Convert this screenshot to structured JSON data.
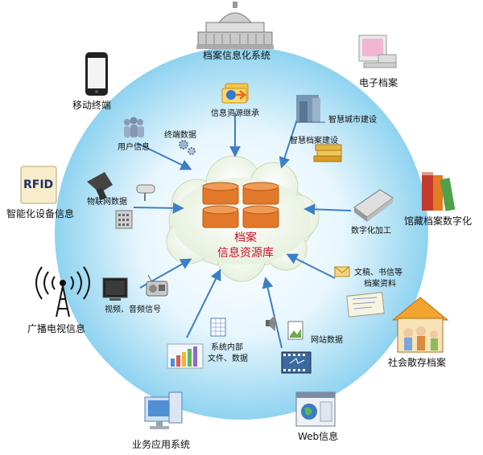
{
  "center": {
    "line1": "档案",
    "line2": "信息资源库"
  },
  "outer": {
    "archive_system": "档案信息化系统",
    "mobile": "移动终端",
    "e_archive": "电子档案",
    "smart_device": "智能化设备信息",
    "digitization": "馆藏档案数字化",
    "broadcast": "广播电视信息",
    "social": "社会散存档案",
    "business": "业务应用系统",
    "web": "Web信息"
  },
  "inner": {
    "inheritance": "信息资源继承",
    "user_info": "用户信息",
    "terminal_data": "终端数据",
    "smart_city": "智慧城市建设",
    "smart_archive": "智慧档案建设",
    "iot": "物联网数据",
    "digital_process": "数字化加工",
    "docs_line1": "文稿、书信等",
    "docs_line2": "档案资料",
    "av": "视频、音频信号",
    "sys_line1": "系统内部",
    "sys_line2": "文件、数据",
    "site": "网站数据",
    "rfid": "RFID"
  },
  "colors": {
    "glow": "#8fd3f0",
    "arrow": "#3d7fc4",
    "db": "#e2782a",
    "center_text": "#c8102e"
  }
}
